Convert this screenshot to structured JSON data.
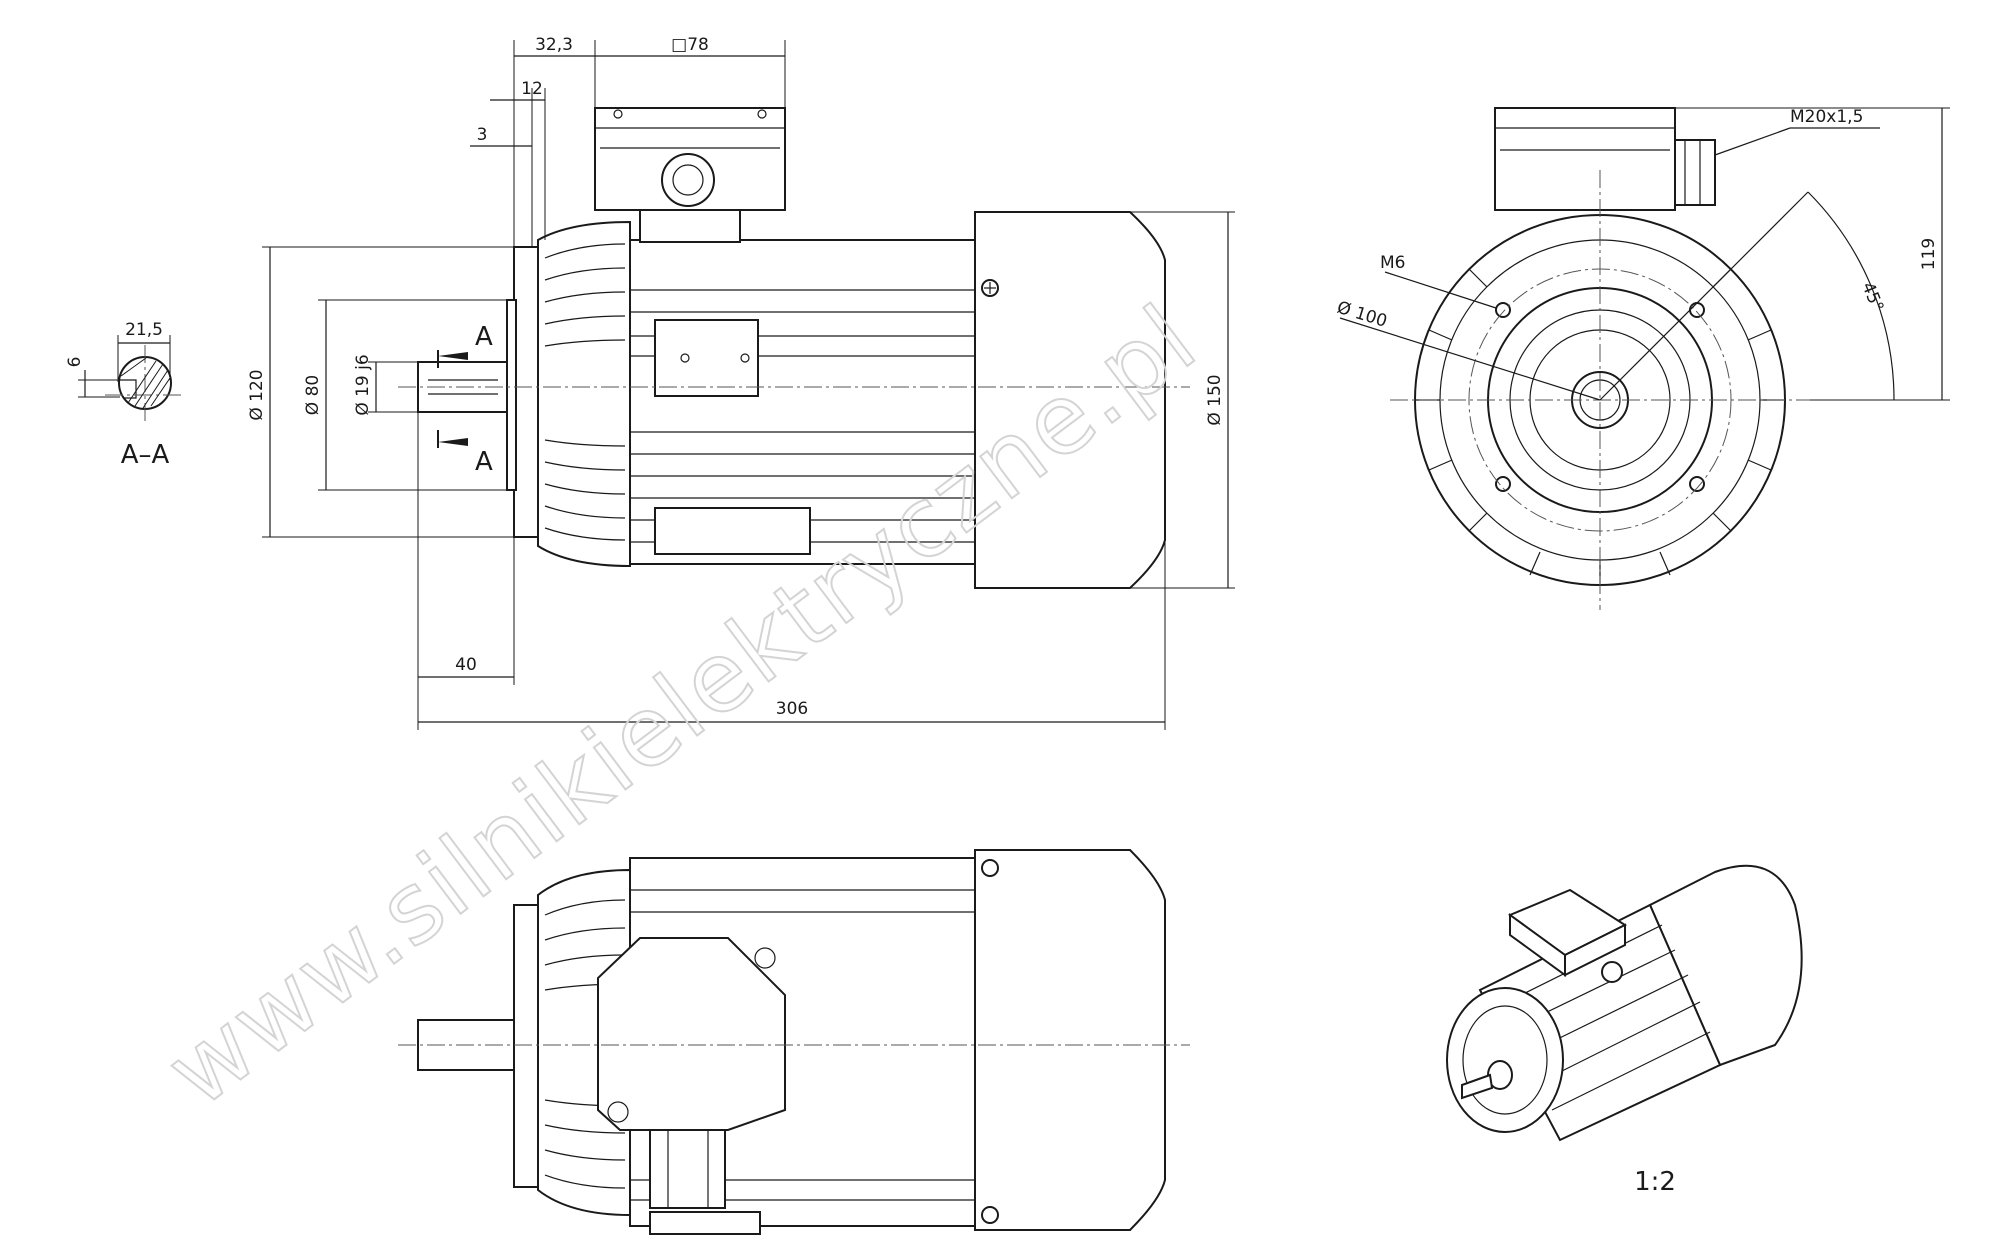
{
  "watermark": "www.silnikielektryczne.pl",
  "section": {
    "label": "A–A",
    "keyway_depth": "6",
    "shaft_height": "21,5"
  },
  "side_view": {
    "terminal_offset": "32,3",
    "terminal_box_size": "□78",
    "flange_spigot": "12",
    "flange_gap": "3",
    "flange_diameter": "Ø 120",
    "spigot_diameter": "Ø 80",
    "shaft_diameter": "Ø 19 j6",
    "housing_diameter": "Ø 150",
    "shaft_length": "40",
    "overall_length": "306",
    "section_mark_top": "A",
    "section_mark_bottom": "A"
  },
  "front_view": {
    "thread_size": "M6",
    "bolt_circle": "Ø 100",
    "gland_thread": "M20x1,5",
    "gland_angle": "45°",
    "center_height": "119"
  },
  "scale": "1:2"
}
